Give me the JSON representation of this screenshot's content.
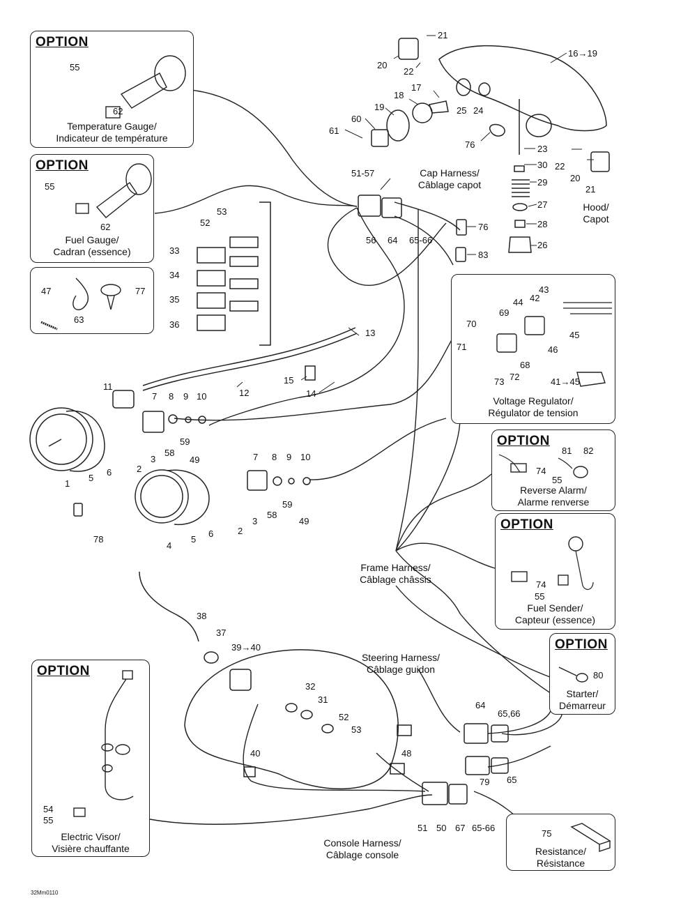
{
  "figure_code": "32Mm0110",
  "option_label": "OPTION",
  "panels": {
    "temp_gauge": {
      "option": "OPTION",
      "caption1": "Temperature Gauge/",
      "caption2": "Indicateur de température",
      "parts": [
        "55",
        "62"
      ]
    },
    "fuel_gauge": {
      "option": "OPTION",
      "caption1": "Fuel Gauge/",
      "caption2": "Cadran (essence)",
      "parts": [
        "55",
        "62"
      ]
    },
    "fasteners": {
      "parts": [
        "47",
        "77",
        "63"
      ]
    },
    "voltage_regulator": {
      "caption1": "Voltage Regulator/",
      "caption2": "Régulator de tension",
      "parts": [
        "43",
        "42",
        "44",
        "69",
        "70",
        "71",
        "45",
        "46",
        "68",
        "73",
        "72",
        "41→45"
      ]
    },
    "reverse_alarm": {
      "option": "OPTION",
      "caption1": "Reverse Alarm/",
      "caption2": "Alarme renverse",
      "parts": [
        "81",
        "82",
        "74",
        "55"
      ]
    },
    "fuel_sender": {
      "option": "OPTION",
      "caption1": "Fuel Sender/",
      "caption2": "Capteur (essence)",
      "parts": [
        "74",
        "55"
      ]
    },
    "starter": {
      "option": "OPTION",
      "caption1": "Starter/",
      "caption2": "Démarreur",
      "parts": [
        "80"
      ]
    },
    "electric_visor": {
      "option": "OPTION",
      "caption1": "Electric Visor/",
      "caption2": "Visière chauffante",
      "parts": [
        "54",
        "55"
      ]
    },
    "resistance": {
      "caption1": "Resistance/",
      "caption2": "Résistance",
      "parts": [
        "75"
      ]
    }
  },
  "captions": {
    "hood": {
      "line1": "Hood/",
      "line2": "Capot"
    },
    "cap_harness": {
      "line1": "Cap Harness/",
      "line2": "Câblage capot"
    },
    "frame_harness": {
      "line1": "Frame Harness/",
      "line2": "Câblage châssis"
    },
    "steering_harness": {
      "line1": "Steering Harness/",
      "line2": "Câblage guidon"
    },
    "console_harness": {
      "line1": "Console Harness/",
      "line2": "Câblage console"
    }
  },
  "callouts": {
    "hood": [
      "21",
      "20",
      "22",
      "16→19",
      "17",
      "18",
      "19",
      "25",
      "24",
      "60",
      "61",
      "76",
      "23",
      "30",
      "29",
      "27",
      "28",
      "26",
      "22",
      "20",
      "21"
    ],
    "cap_harness": [
      "51-57",
      "56",
      "64",
      "65-66",
      "76",
      "83"
    ],
    "connectors": [
      "53",
      "52",
      "33",
      "34",
      "35",
      "36"
    ],
    "cable": [
      "13",
      "12",
      "15",
      "14"
    ],
    "gauge_upper": [
      "11",
      "7",
      "8",
      "9",
      "10",
      "59",
      "58",
      "3",
      "49",
      "2",
      "1",
      "5",
      "6"
    ],
    "gauge_lower": [
      "7",
      "8",
      "9",
      "10",
      "59",
      "58",
      "3",
      "49",
      "2",
      "4",
      "5",
      "6",
      "78"
    ],
    "console": [
      "38",
      "37",
      "39→40",
      "32",
      "31",
      "52",
      "53",
      "48",
      "40"
    ],
    "steering": [
      "64",
      "65,66",
      "79",
      "65"
    ],
    "console_conn": [
      "51",
      "50",
      "67",
      "65-66"
    ]
  }
}
